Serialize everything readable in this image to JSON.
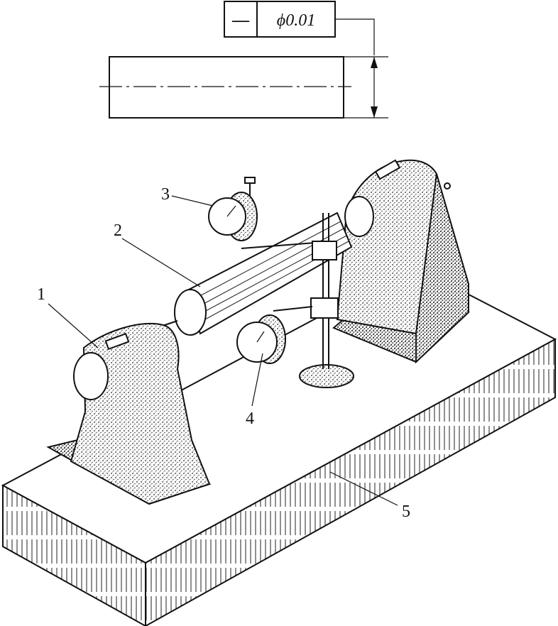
{
  "tolerance_frame": {
    "symbol": "—",
    "value": "ϕ0.01"
  },
  "labels": {
    "l1": "1",
    "l2": "2",
    "l3": "3",
    "l4": "4",
    "l5": "5"
  }
}
